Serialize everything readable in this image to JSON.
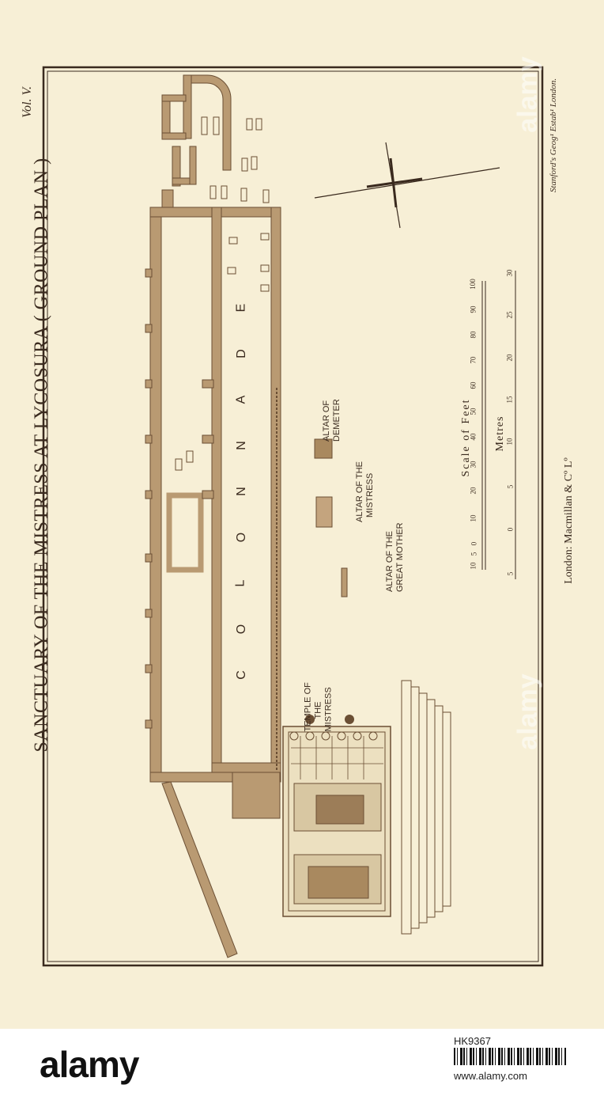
{
  "map": {
    "title": "SANCTUARY OF THE MISTRESS AT LYCOSURA",
    "subtitle": "( GROUND PLAN )",
    "volume": "Vol. V.",
    "engraver": "Stanford's Geog¹ Estab¹ London.",
    "publisher": "London: Macmillan & Cº Lº",
    "colonnade_letters": [
      "C",
      "O",
      "L",
      "O",
      "N",
      "N",
      "A",
      "D",
      "E"
    ],
    "labels": {
      "temple": [
        "TEMPLE OF",
        "THE",
        "MISTRESS"
      ],
      "altar_demeter": [
        "ALTAR OF",
        "DEMETER"
      ],
      "altar_mistress": [
        "ALTAR OF THE",
        "MISTRESS"
      ],
      "altar_mother": [
        "ALTAR OF THE",
        "GREAT MOTHER"
      ]
    },
    "scale_feet": {
      "title": "Scale of Feet",
      "ticks": [
        "10",
        "5",
        "0",
        "10",
        "20",
        "30",
        "40",
        "50",
        "60",
        "70",
        "80",
        "90",
        "100"
      ]
    },
    "scale_metres": {
      "title": "Metres",
      "ticks": [
        "5",
        "0",
        "5",
        "10",
        "15",
        "20",
        "25",
        "30"
      ]
    },
    "colors": {
      "paper": "#f7efd6",
      "wall": "#b99a72",
      "wall_edge": "#6b4f34",
      "ink": "#3a2a1e"
    }
  },
  "watermark": {
    "logo": "alamy",
    "image_id": "HK9367",
    "url": "www.alamy.com"
  }
}
